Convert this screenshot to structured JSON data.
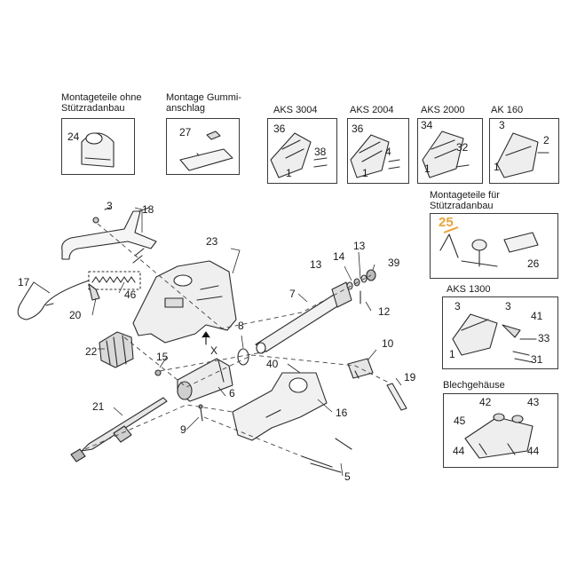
{
  "panels": {
    "montageteile_ohne": {
      "title": "Montageteile ohne\nStützradanbau",
      "part": "24"
    },
    "montage_gummi": {
      "title": "Montage Gummi-\nanschlag",
      "part": "27"
    },
    "aks3004": {
      "title": "AKS 3004",
      "parts": [
        "36",
        "1",
        "38"
      ]
    },
    "aks2004": {
      "title": "AKS 2004",
      "parts": [
        "36",
        "1",
        "4"
      ]
    },
    "aks2000": {
      "title": "AKS 2000",
      "parts": [
        "34",
        "32",
        "1"
      ]
    },
    "ak160": {
      "title": "AK 160",
      "parts": [
        "3",
        "2",
        "1"
      ]
    },
    "montageteile_fuer": {
      "title": "Montageteile für\nStützradanbau",
      "parts": [
        "25",
        "26"
      ]
    },
    "aks1300": {
      "title": "AKS 1300",
      "parts": [
        "3",
        "3",
        "41",
        "33",
        "31",
        "1"
      ]
    },
    "blechgehaeuse": {
      "title": "Blechgehäuse",
      "parts": [
        "42",
        "43",
        "45",
        "44",
        "44"
      ]
    }
  },
  "main_labels": {
    "p3": "3",
    "p18": "18",
    "p17": "17",
    "p46": "46",
    "p20": "20",
    "p23": "23",
    "p22": "22",
    "p15": "15",
    "p8": "8",
    "p6": "6",
    "pX": "X",
    "p21": "21",
    "p9": "9",
    "p13a": "13",
    "p13b": "13",
    "p14": "14",
    "p39": "39",
    "p7": "7",
    "p12": "12",
    "p10": "10",
    "p40": "40",
    "p16": "16",
    "p19": "19",
    "p5": "5"
  },
  "colors": {
    "line": "#2b2b2b",
    "shade": "#cfcfcf",
    "highlight": "#e9a23b",
    "border": "#3a3a3a"
  }
}
